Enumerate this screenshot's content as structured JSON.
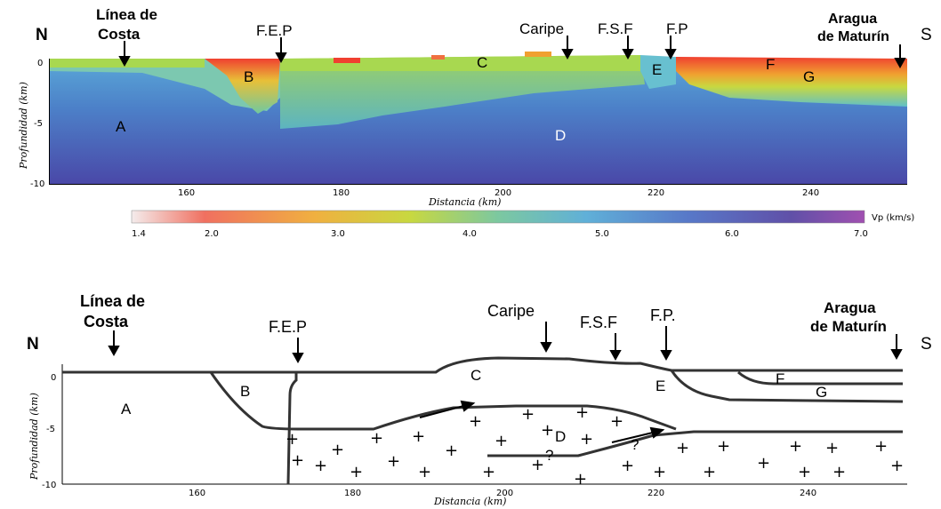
{
  "top_panel": {
    "stations": {
      "linea_line1": "Línea de",
      "linea_line2": "Costa",
      "fep": "F.E.P",
      "caripe": "Caripe",
      "fsf": "F.S.F",
      "fp": "F.P",
      "aragua_line1": "Aragua",
      "aragua_line2": "de Maturín"
    },
    "north": "N",
    "south": "S",
    "y_axis_label": "Profundidad (km)",
    "x_axis_label": "Distancia (km)",
    "y_ticks": [
      "0",
      "-5",
      "-10"
    ],
    "x_ticks": [
      "160",
      "180",
      "200",
      "220",
      "240"
    ],
    "regions": [
      "A",
      "B",
      "C",
      "D",
      "E",
      "F",
      "G"
    ]
  },
  "colorbar": {
    "label": "Vp (km/s)",
    "ticks": [
      "1.4",
      "2.0",
      "3.0",
      "4.0",
      "5.0",
      "6.0",
      "7.0"
    ],
    "colors": [
      "#f4ecec",
      "#f07060",
      "#f0b040",
      "#c8d840",
      "#7cc8a0",
      "#60b0d8",
      "#5878c8",
      "#6050a8",
      "#a050b0"
    ]
  },
  "bottom_panel": {
    "stations": {
      "linea_line1": "Línea de",
      "linea_line2": "Costa",
      "fep": "F.E.P",
      "caripe": "Caripe",
      "fsf": "F.S.F",
      "fp": "F.P.",
      "aragua_line1": "Aragua",
      "aragua_line2": "de Maturín"
    },
    "north": "N",
    "south": "S",
    "y_axis_label": "Profundidad (km)",
    "x_axis_label": "Distancia (km)",
    "y_ticks": [
      "0",
      "-5",
      "-10"
    ],
    "x_ticks": [
      "160",
      "180",
      "200",
      "220",
      "240"
    ],
    "regions": [
      "A",
      "B",
      "C",
      "D",
      "E",
      "F",
      "G"
    ],
    "question_marks": [
      "?",
      "?"
    ]
  }
}
